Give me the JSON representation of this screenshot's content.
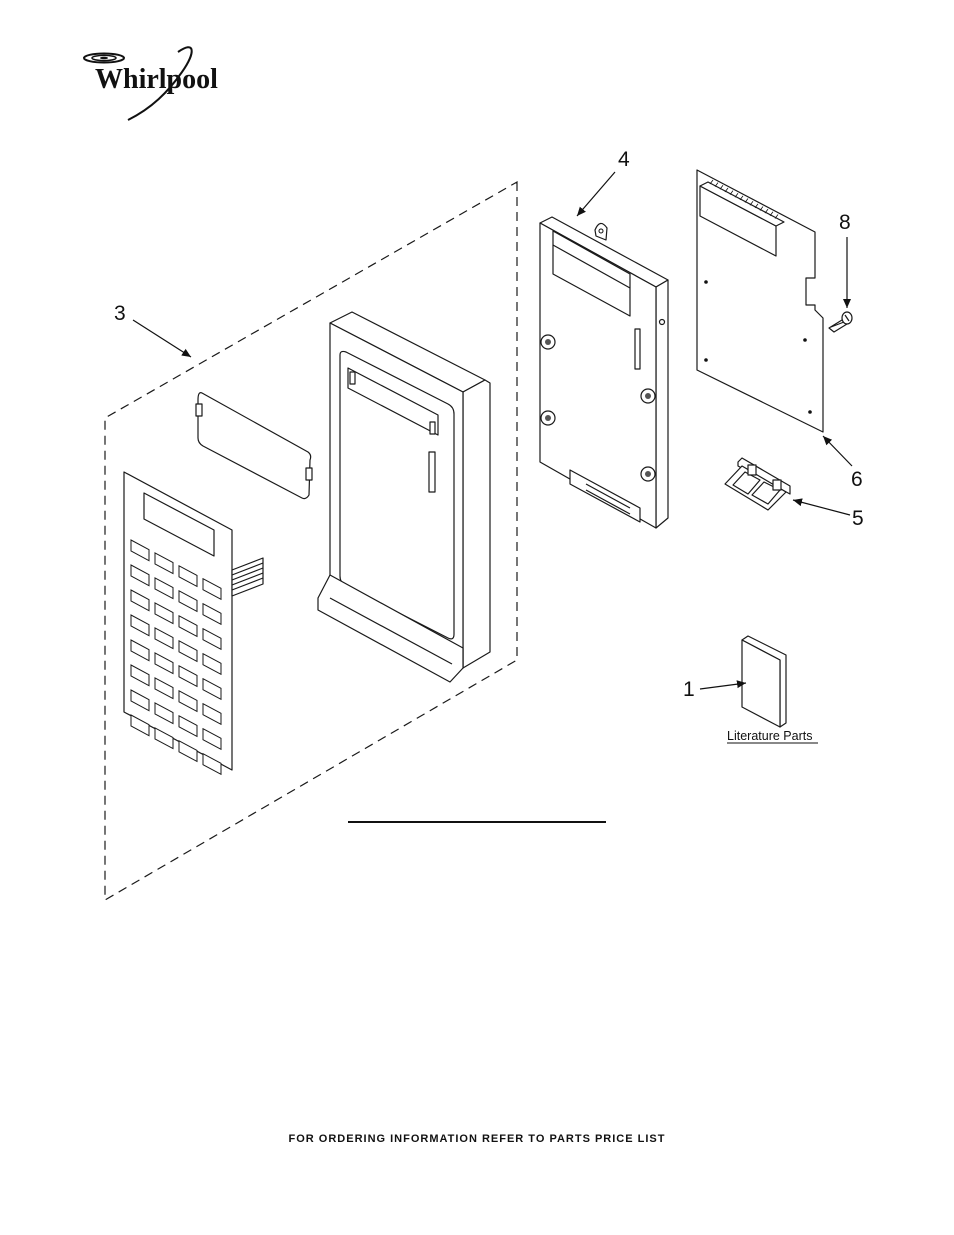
{
  "brand": {
    "logo_text": "Whirlpool"
  },
  "callouts": [
    {
      "id": "c4",
      "label": "4"
    },
    {
      "id": "c8",
      "label": "8"
    },
    {
      "id": "c3",
      "label": "3"
    },
    {
      "id": "c6",
      "label": "6"
    },
    {
      "id": "c5",
      "label": "5"
    },
    {
      "id": "c1",
      "label": "1"
    }
  ],
  "literature_label": "Literature Parts",
  "footer_note": "FOR ORDERING INFORMATION REFER TO PARTS PRICE LIST"
}
